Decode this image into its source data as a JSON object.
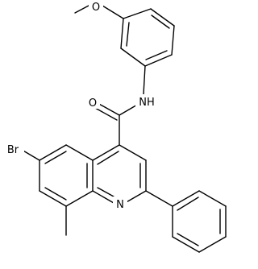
{
  "structure": {
    "atom_labels": {
      "methoxy_o": "O",
      "carbonyl_o": "O",
      "amide_nh": "NH",
      "bromine": "Br",
      "ring_n": "N"
    },
    "colors": {
      "bond": "#000000",
      "label": "#000000",
      "background": "#ffffff"
    }
  }
}
